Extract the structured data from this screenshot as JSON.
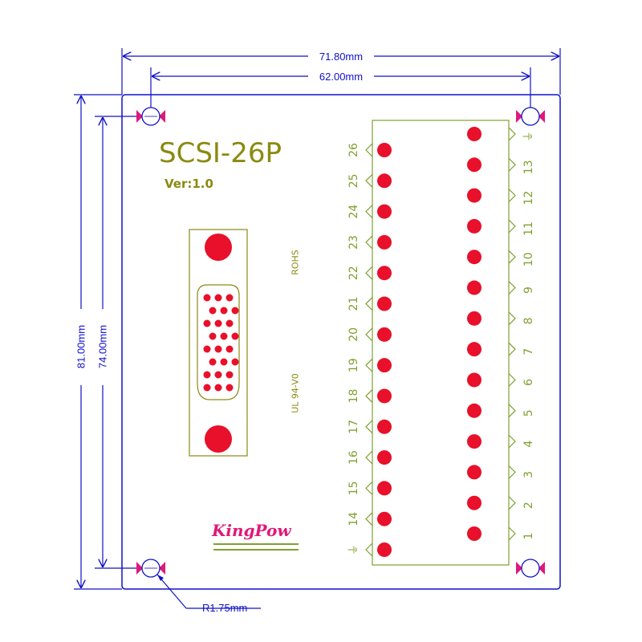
{
  "dimensions": {
    "overall_width": "71.80mm",
    "hole_spacing_x": "62.00mm",
    "overall_height": "81.00mm",
    "hole_spacing_y": "74.00mm",
    "hole_radius": "R1.75mm"
  },
  "board": {
    "title": "SCSI-26P",
    "version": "Ver:1.0",
    "rohs": "ROHS",
    "ul": "UL 94-V0",
    "brand": "KingPow"
  },
  "terminal": {
    "left_labels": [
      "26",
      "25",
      "24",
      "23",
      "22",
      "21",
      "20",
      "19",
      "18",
      "17",
      "16",
      "15",
      "14",
      "⏚"
    ],
    "right_labels": [
      "⏚",
      "13",
      "12",
      "11",
      "10",
      "9",
      "8",
      "7",
      "6",
      "5",
      "4",
      "3",
      "2",
      "1"
    ]
  },
  "colors": {
    "dimension": "#1010c8",
    "silkscreen": "#8a8a10",
    "pad": "#e8102a",
    "terminal_outline": "#7fa030",
    "brand": "#e0187a"
  }
}
